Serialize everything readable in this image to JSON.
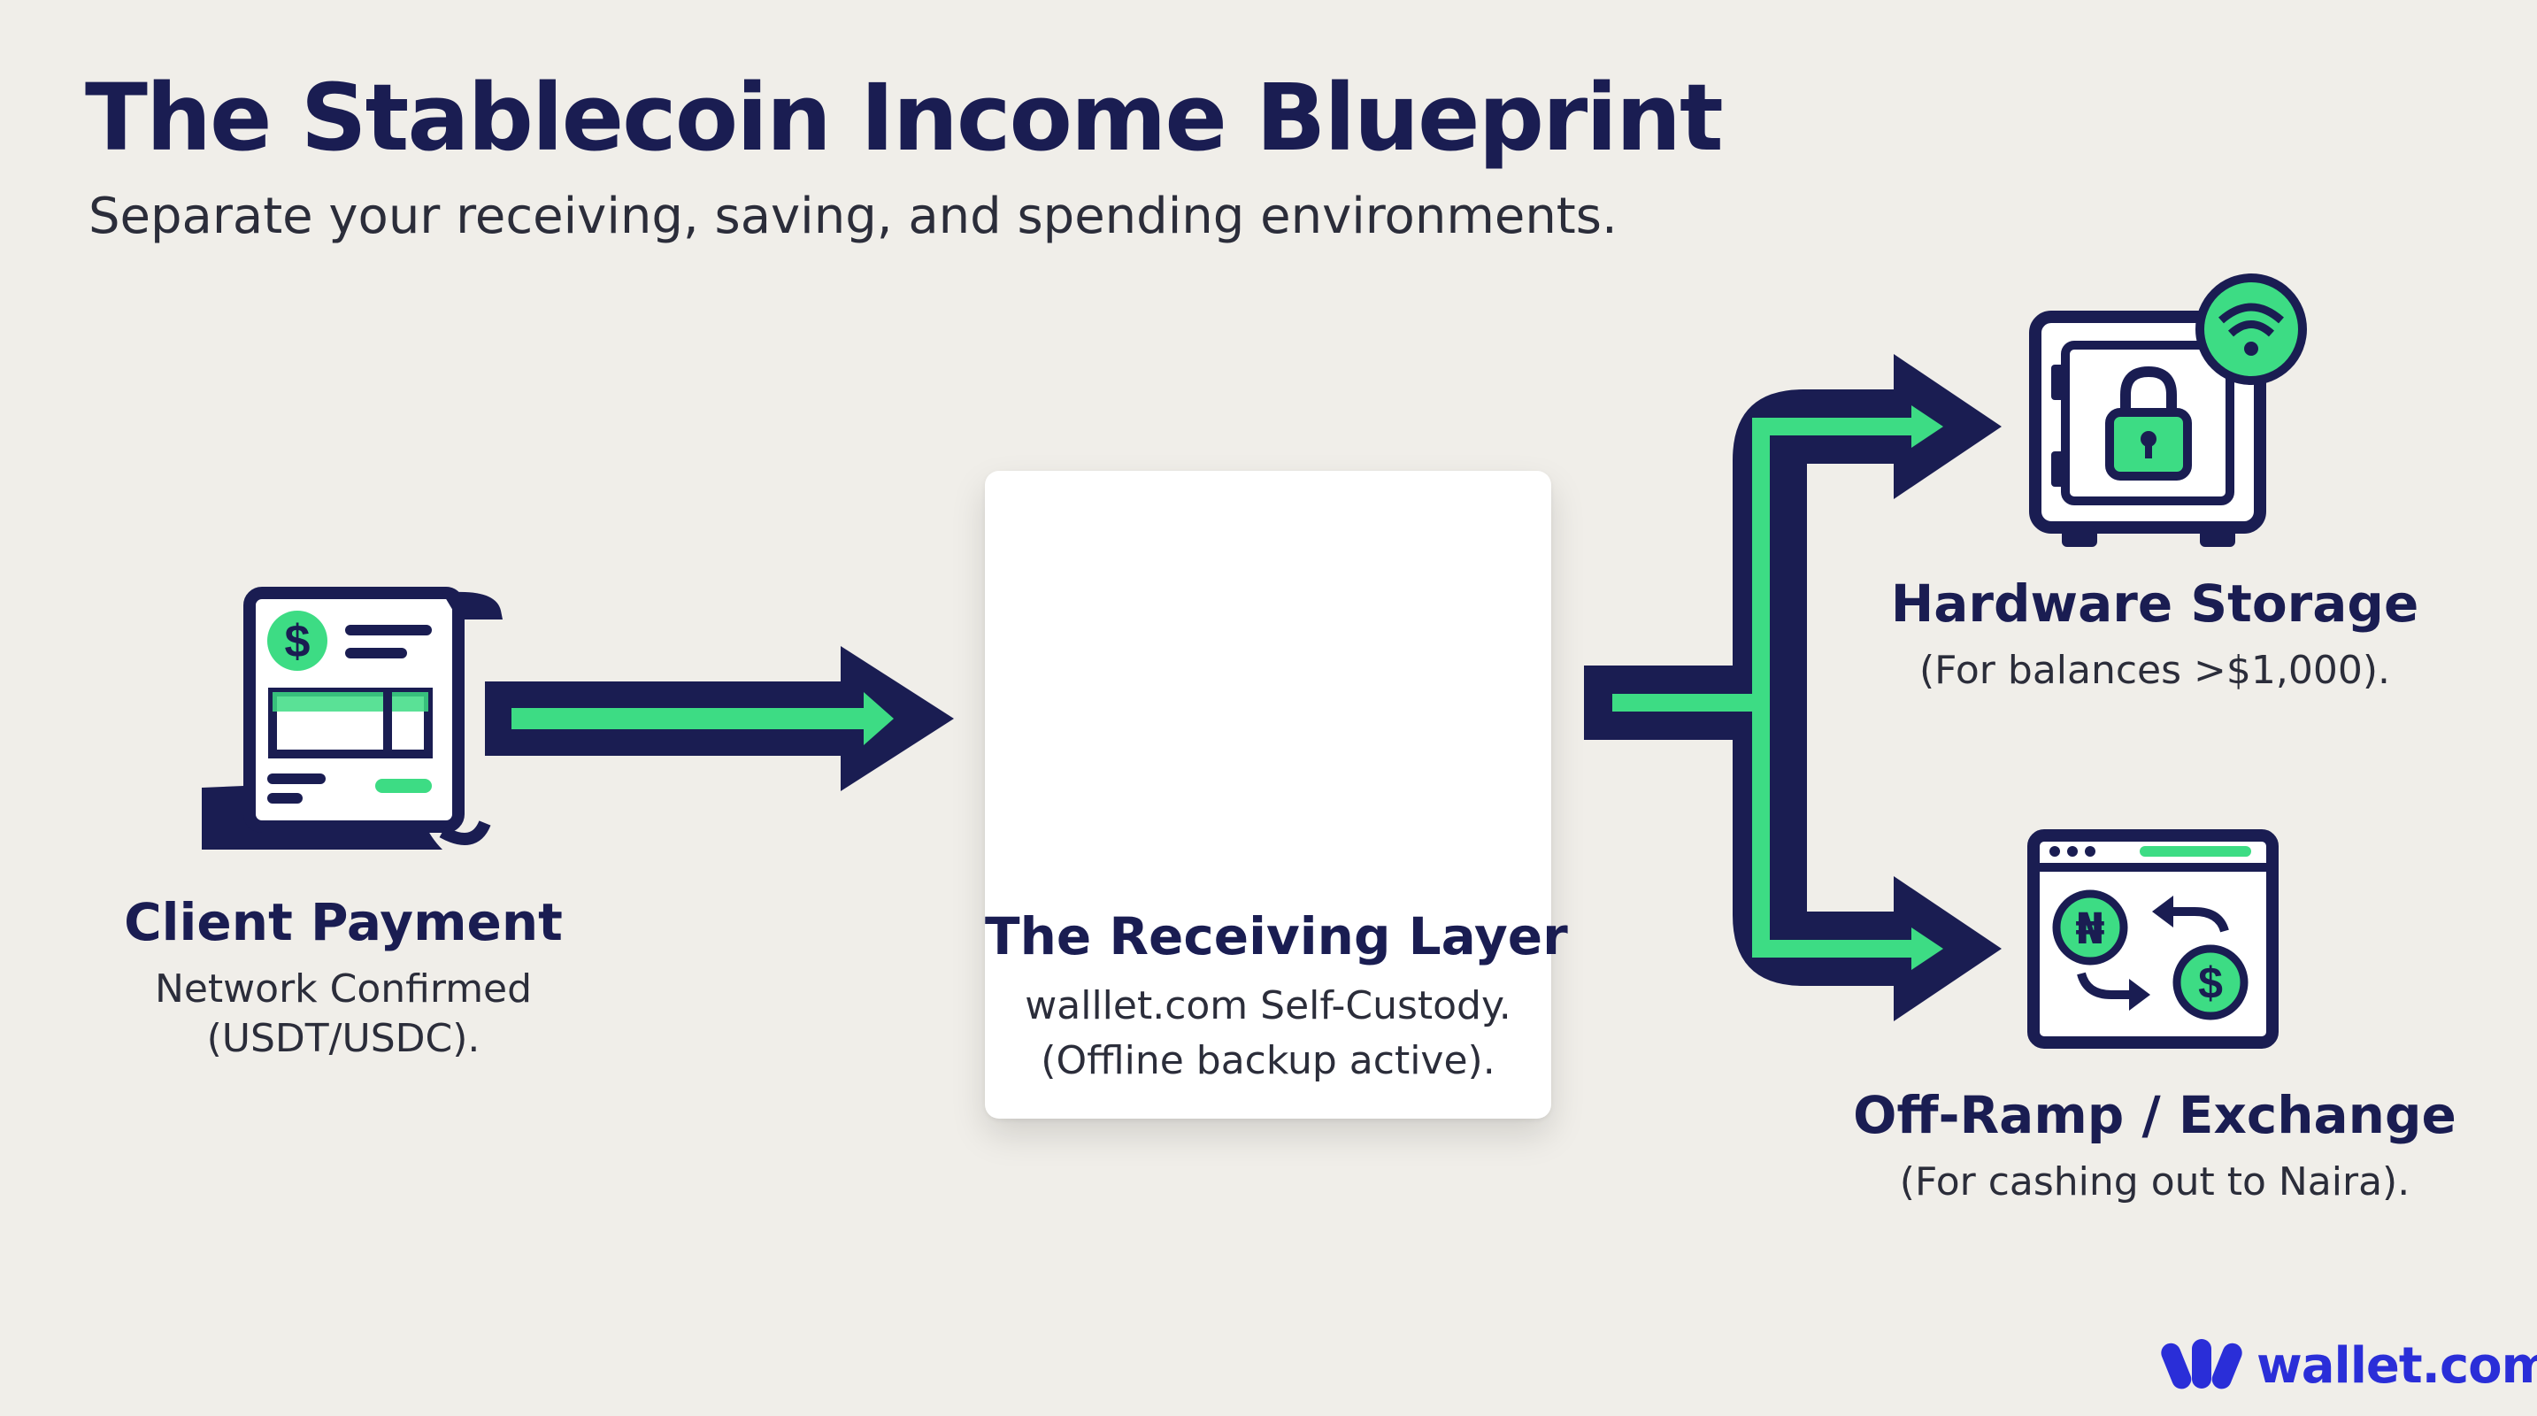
{
  "header": {
    "title": "The Stablecoin Income Blueprint",
    "subtitle": "Separate your receiving, saving, and spending environments."
  },
  "nodes": {
    "client_payment": {
      "title": "Client Payment",
      "line1": "Network Confirmed",
      "line2": "(USDT/USDC).",
      "icon": "receipt-dollar-icon"
    },
    "receiving_layer": {
      "title": "The Receiving Layer",
      "line1": "walllet.com Self-Custody.",
      "line2": "(Offline backup active).",
      "icon": "wallet-logo-icon"
    },
    "hardware_storage": {
      "title": "Hardware Storage",
      "line1": "(For balances >$1,000).",
      "icon": "safe-lock-icon"
    },
    "off_ramp": {
      "title": "Off-Ramp / Exchange",
      "line1": "(For cashing out to Naira).",
      "icon": "currency-exchange-icon"
    }
  },
  "icon_glyphs": {
    "dollar": "$",
    "naira": "₦"
  },
  "brand": {
    "name": "wallet.com"
  },
  "colors": {
    "navy": "#1a1d52",
    "green": "#3ddc84",
    "green_dark": "#27a85a",
    "background": "#f0eee9",
    "brand_blue": "#2a2ed8"
  }
}
